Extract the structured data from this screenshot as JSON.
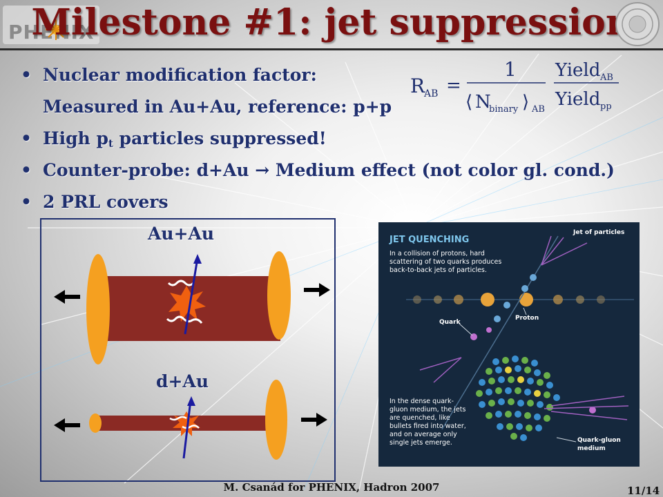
{
  "slide": {
    "title": "Milestone #1: jet suppression",
    "logo_text": "PHENIX",
    "bullet_mark": "•",
    "bullets": [
      {
        "text": "Nuclear modification factor:"
      },
      {
        "text": "Measured in Au+Au, reference: p+p"
      },
      {
        "pre": "High p",
        "sub": "t",
        "post": " particles suppressed!"
      },
      {
        "text": "Counter-probe: d+Au → Medium effect (not color gl. cond.)"
      },
      {
        "text": "2 PRL covers"
      }
    ],
    "formula": {
      "lhs": "R",
      "lhs_sub": "AB",
      "equals": "=",
      "numerator_1": "1",
      "denominator_1": "N",
      "denominator_1_sub": "binary",
      "denominator_1_outer_sub": "AB",
      "numerator_2": "Yield",
      "numerator_2_sub": "AB",
      "denominator_2": "Yield",
      "denominator_2_sub": "pp"
    },
    "diagram": {
      "label_top": "Au+Au",
      "label_bottom": "d+Au"
    },
    "jet_quenching_figure": {
      "title": "JET QUENCHING",
      "text_top": [
        "In a collision of protons, hard",
        "scattering of two quarks produces",
        "back-to-back jets of particles."
      ],
      "label_jet": "Jet of particles",
      "label_quark": "Quark",
      "label_proton": "Proton",
      "text_bottom": [
        "In the dense quark-",
        "gluon medium, the jets",
        "are quenched, like",
        "bullets fired into water,",
        "and on average only",
        "single jets emerge."
      ],
      "label_qgp": [
        "Quark-gluon",
        "medium"
      ]
    },
    "footer": "M. Csanád for PHENIX, Hadron 2007",
    "page": "11/14"
  },
  "colors": {
    "title": "#7a1010",
    "text": "#1f2f6e",
    "tube": "#8b2a24",
    "disk": "#f5a020",
    "arrow": "#1a1aa0",
    "figure_bg": "#15283d"
  }
}
